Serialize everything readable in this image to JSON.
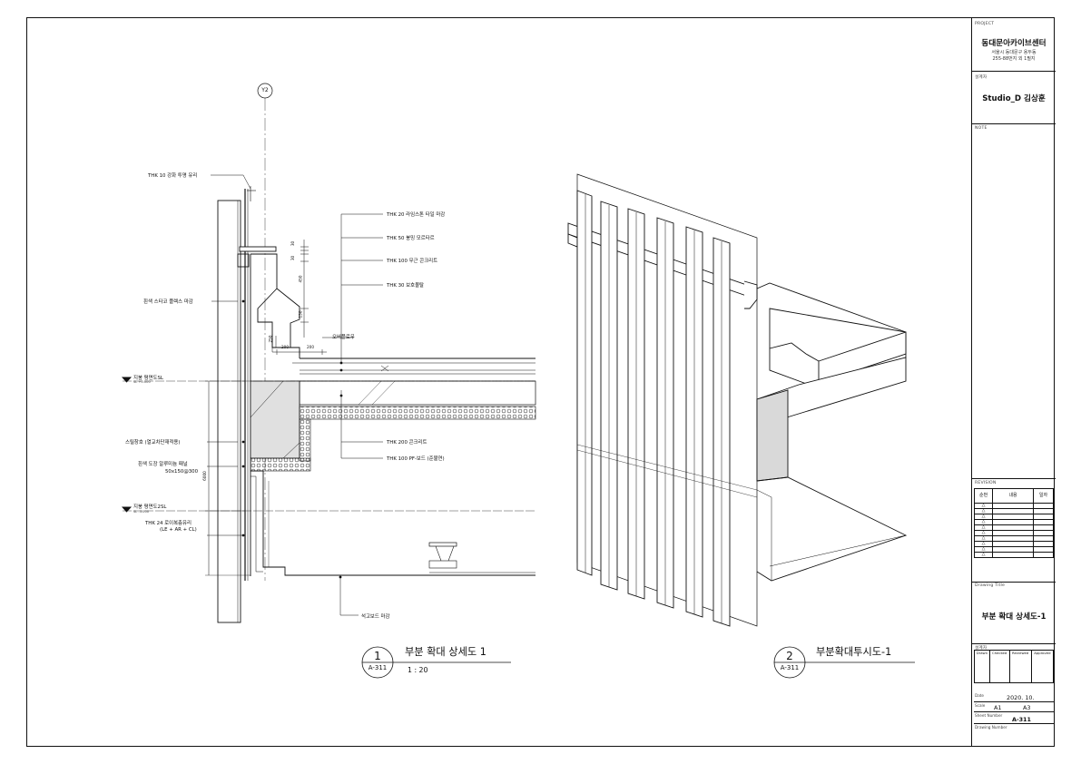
{
  "title_block": {
    "project_label": "PROJECT",
    "project_name": "동대문아카이브센터",
    "address_line1": "서울시 동대문구 용두동",
    "address_line2": "255-88번지 외 1필지",
    "designer_label": "설계자",
    "designer_name": "Studio_D 김상훈",
    "note_label": "NOTE",
    "revision_label": "REVISION",
    "revision_headers": [
      "순번",
      "내용",
      "일자"
    ],
    "drawing_title_label": "Drawing Title",
    "drawing_title": "부분 확대 상세도-1",
    "sign_label": "설계자",
    "sign_headers": [
      "Drawn",
      "Checked",
      "Reviewed",
      "Approved"
    ],
    "date_label": "Date",
    "date_value": "2020. 10.",
    "scale_label": "Scale",
    "scale_a1": "A1",
    "scale_a3": "A3",
    "sheet_number_label": "Sheet Number",
    "sheet_number": "A-311",
    "drawing_number_label": "Drawing Number"
  },
  "views": [
    {
      "number": "1",
      "sheet_ref": "A-311",
      "title": "부분 확대 상세도 1",
      "scale": "1 : 20"
    },
    {
      "number": "2",
      "sheet_ref": "A-311",
      "title": "부분확대투시도-1"
    }
  ],
  "grid_label": "Y2",
  "annotations": {
    "glass": "THK 10 강화 투명 유리",
    "limestone": "THK 20 라임스톤 타일 마감",
    "mortar": "THK 50 붕밍 모르타르",
    "concrete_100": "THK 100 무근 콘크리트",
    "insulation_30": "THK 30 보호몰탈",
    "stucco": "흰색 스타코 플렉스 마감",
    "overflow": "오버플로우",
    "level_1": "지붕 평면도SL",
    "level_1_sub": "SL +0.000",
    "curtain": "스틸창호 (열교차단재적용)",
    "panel": "흰색 도장 알루미늄 패널",
    "panel_spec": "50x150@300",
    "concrete_200": "THK 200 콘크리트",
    "pf_board": "THK 100 PF-보드 (준불연)",
    "level_2": "지붕 평면도2SL",
    "level_2_sub": "SL -3.000",
    "low_e_line1": "THK 24 로이복층유리",
    "low_e_line2": "(LE + AR + CL)",
    "gypsum": "석고보드 마감"
  },
  "dimensions": [
    "30",
    "30",
    "450",
    "150",
    "200",
    "200",
    "6000",
    "250"
  ]
}
